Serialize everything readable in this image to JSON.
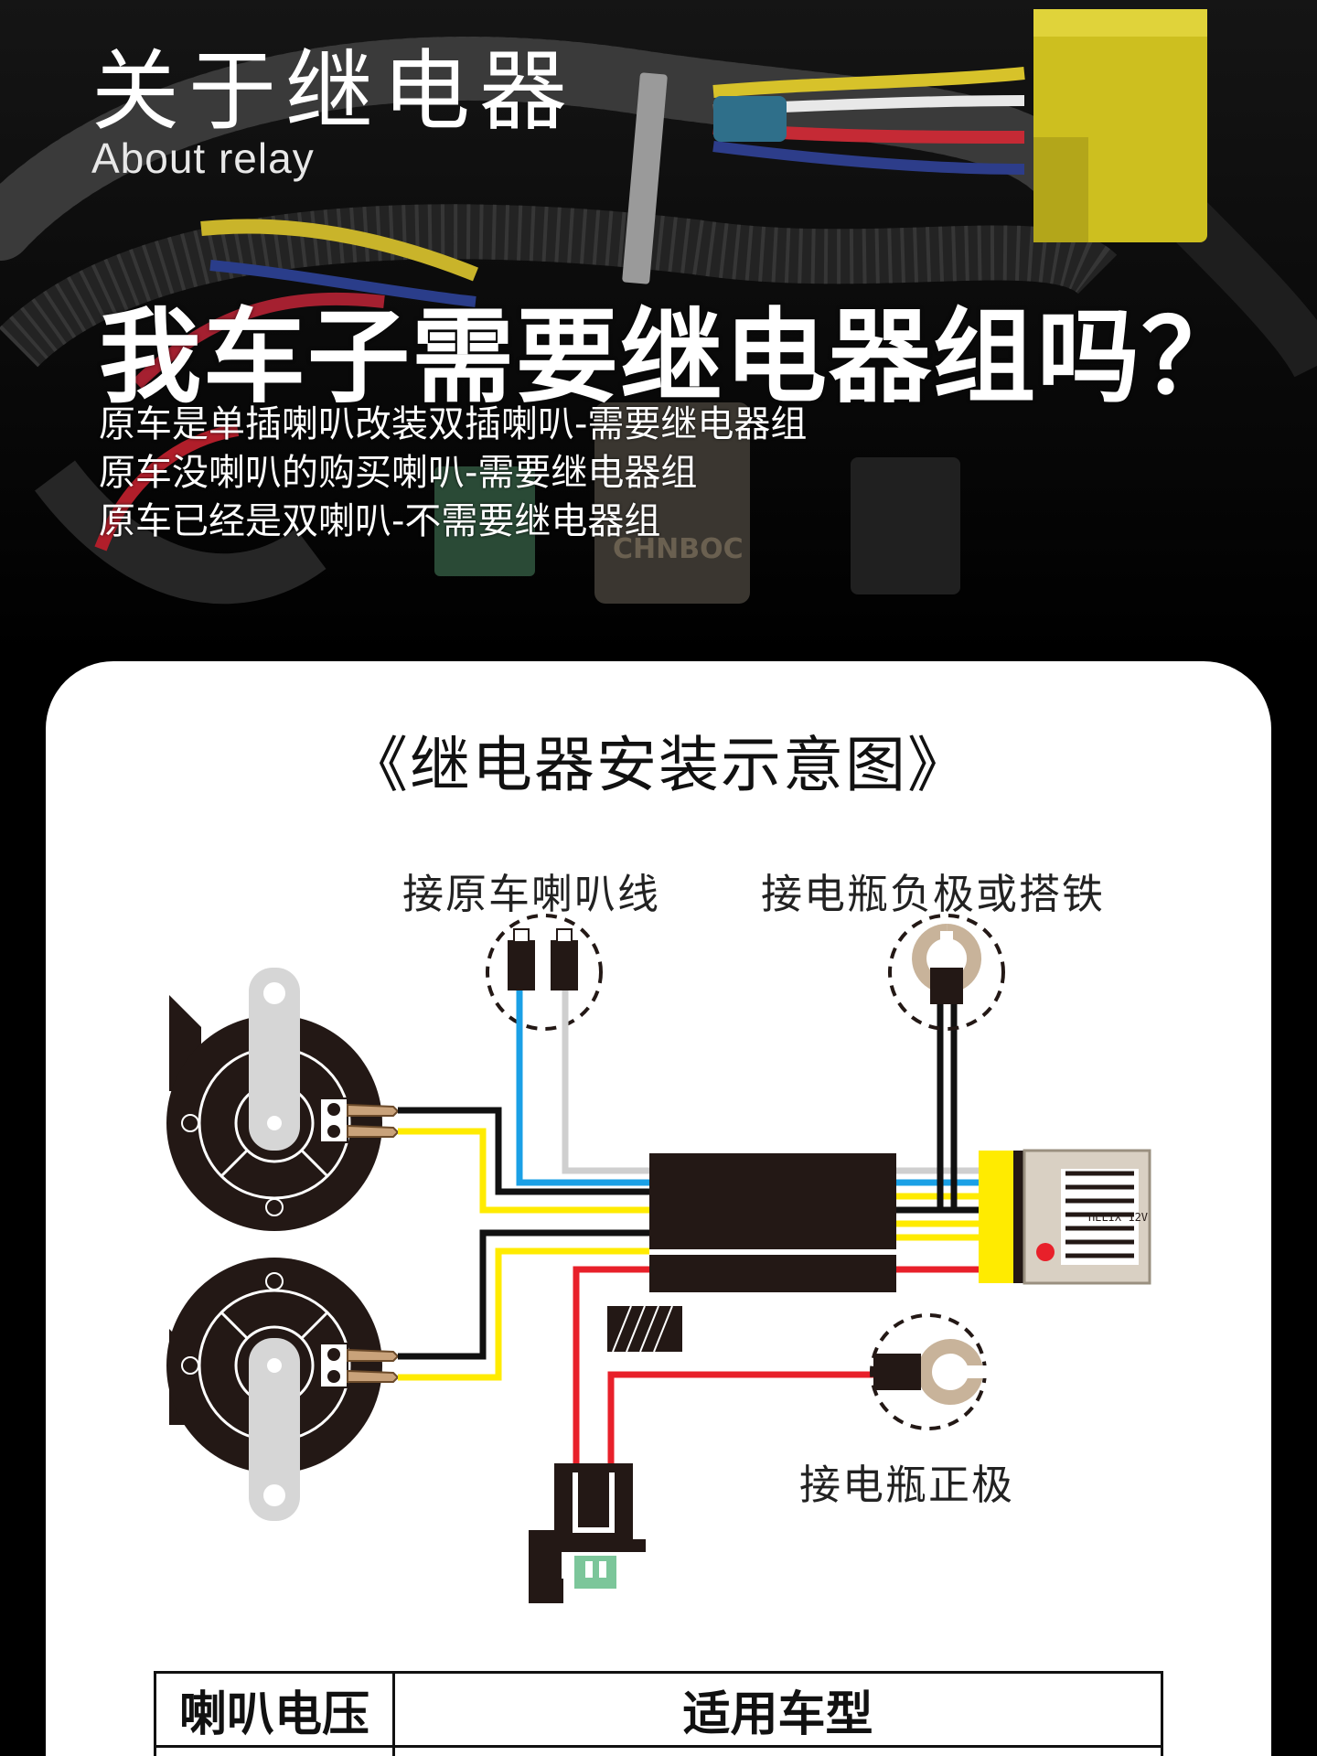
{
  "hero": {
    "title_cn": "关于继电器",
    "title_en": "About relay",
    "question": "我车子需要继电器组吗？",
    "lines": [
      "原车是单插喇叭改装双插喇叭-需要继电器组",
      "原车没喇叭的购买喇叭-需要继电器组",
      "原车已经是双喇叭-不需要继电器组"
    ],
    "relay_brand": "CHNBOC"
  },
  "diagram": {
    "title": "《继电器安装示意图》",
    "label_horn_wire": "接原车喇叭线",
    "label_battery_negative": "接电瓶负极或搭铁",
    "label_battery_positive": "接电瓶正极",
    "relay_print": "HELIX 12V",
    "wire_colors": {
      "blue": "#1aa0e6",
      "gray": "#cfcfcf",
      "black": "#111111",
      "yellow": "#ffeb00",
      "red": "#e8202a"
    }
  },
  "table": {
    "headers": [
      "喇叭电压",
      "适用车型"
    ]
  }
}
